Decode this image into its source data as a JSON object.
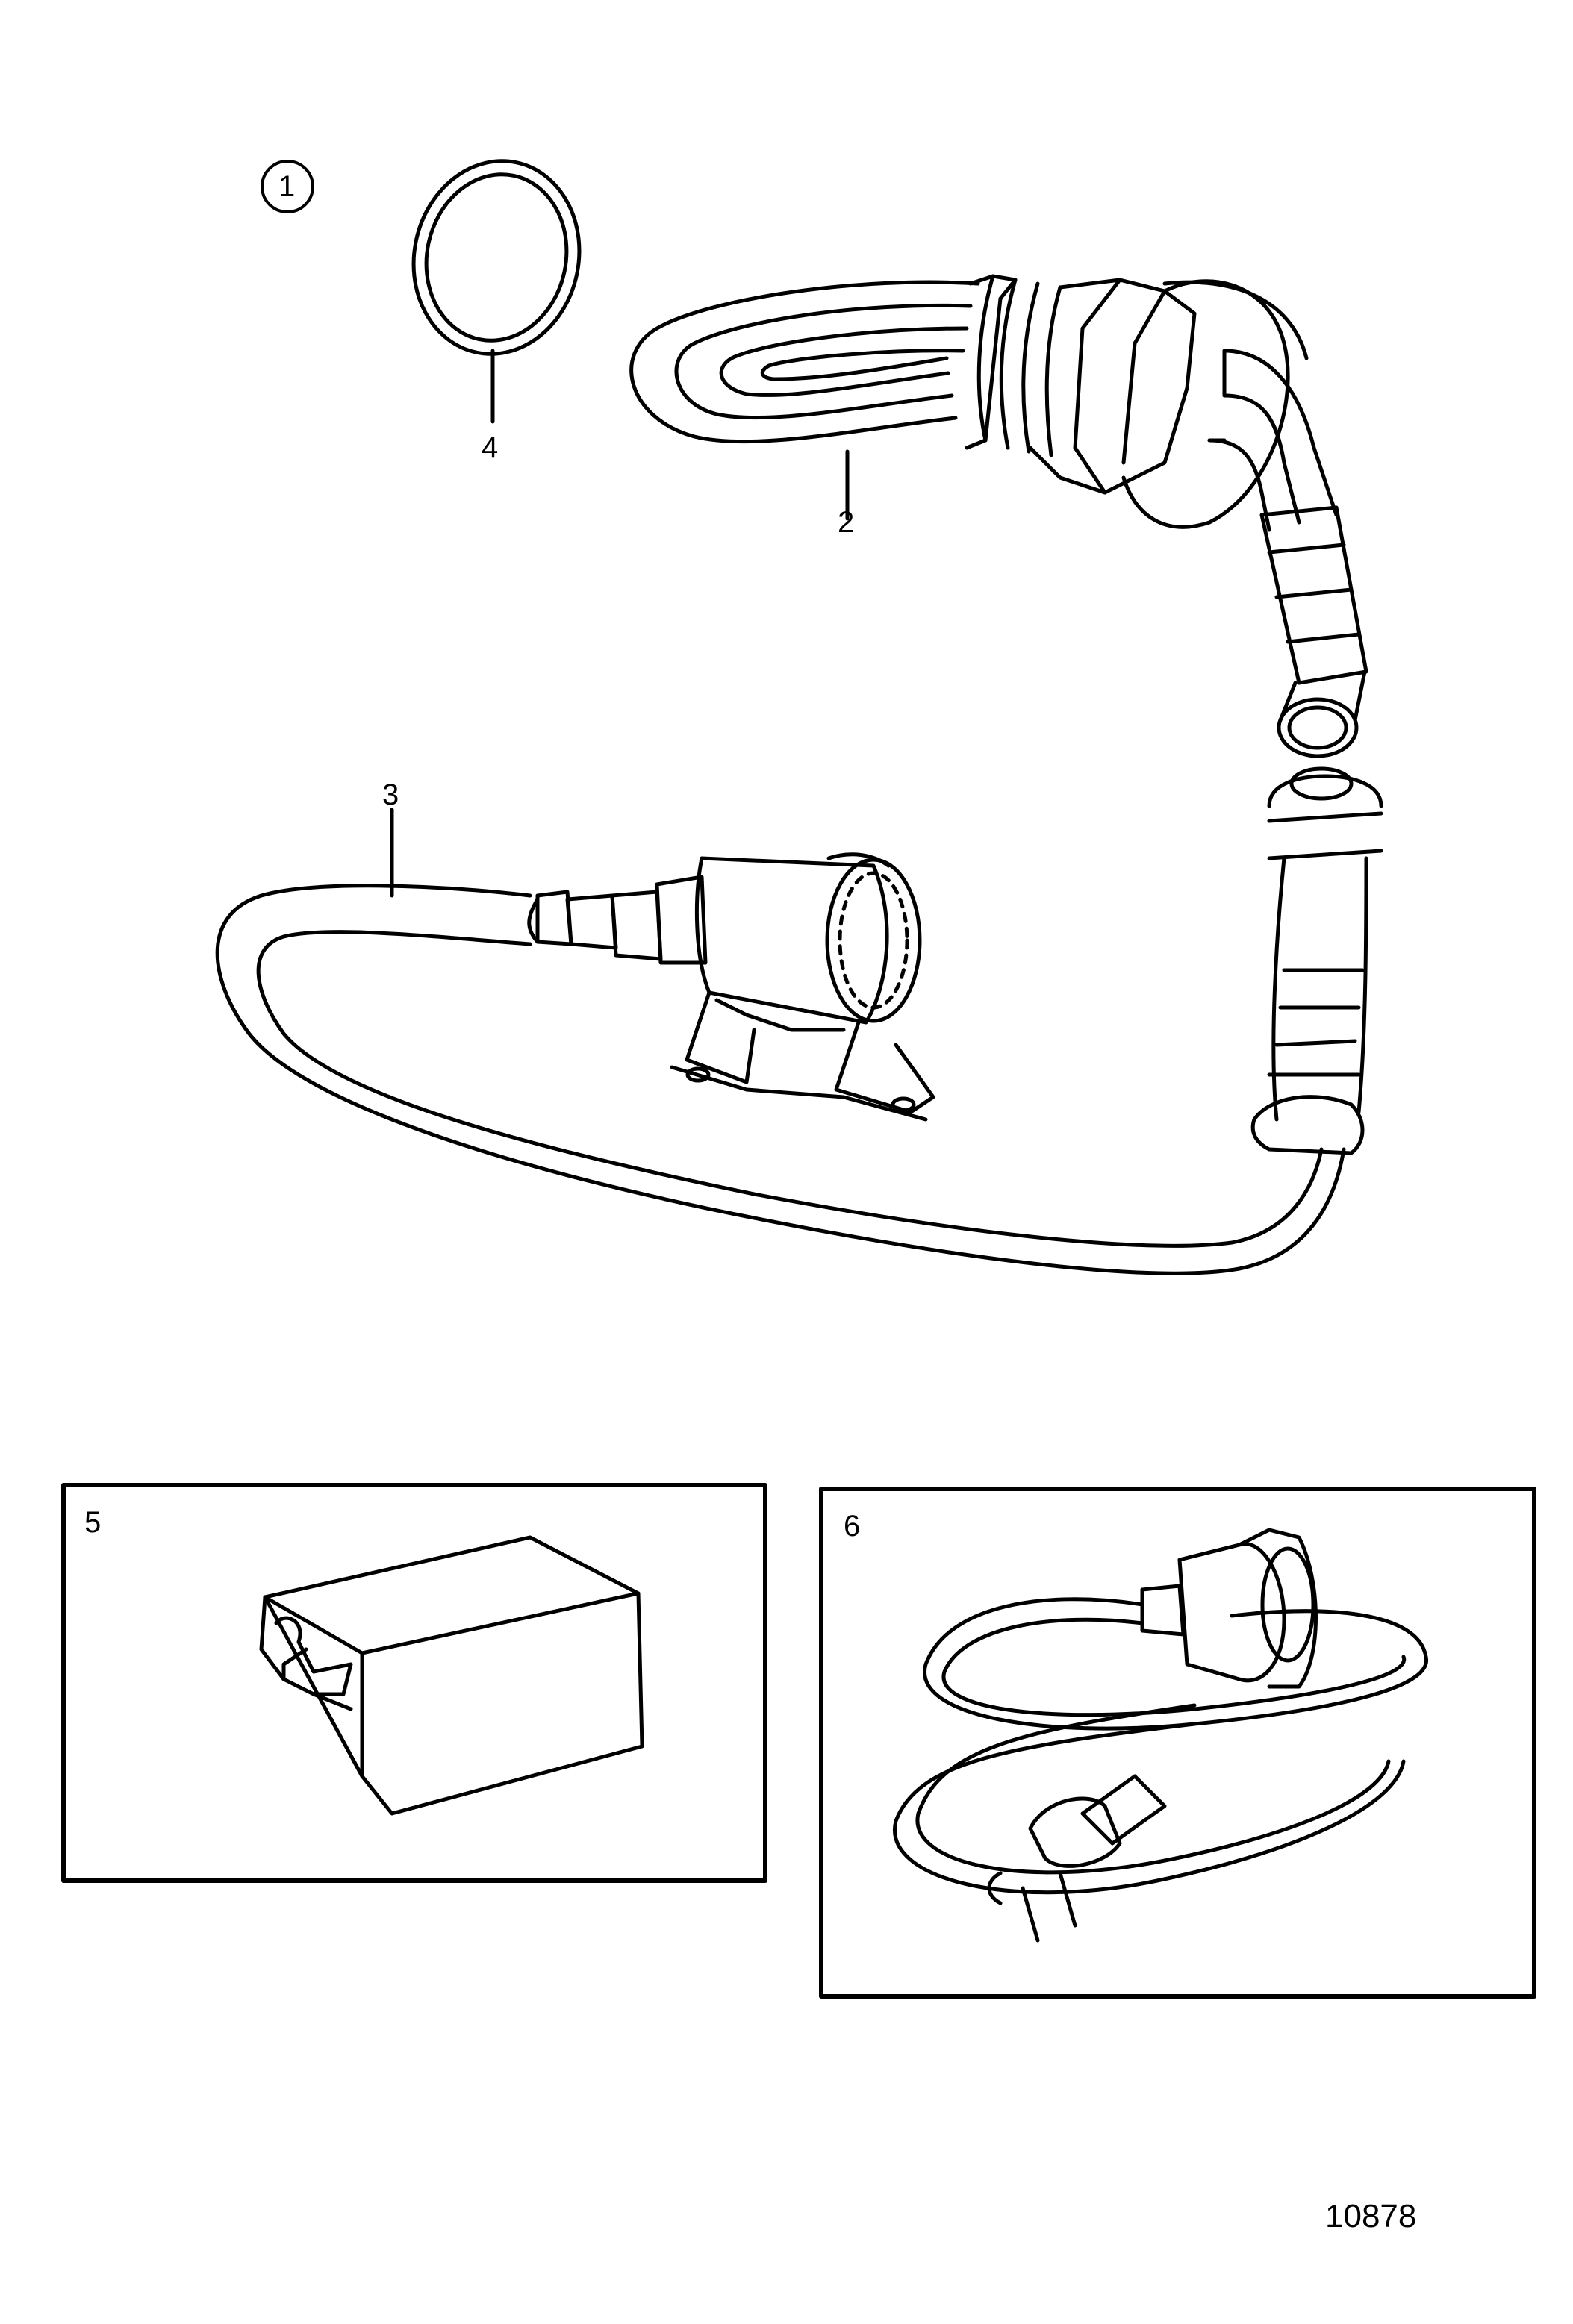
{
  "diagram": {
    "main_callout": "1",
    "callouts": {
      "c2": "2",
      "c3": "3",
      "c4": "4",
      "c5": "5",
      "c6": "6"
    },
    "figure_number": "10878",
    "colors": {
      "ink": "#000000",
      "paper": "#ffffff"
    }
  }
}
